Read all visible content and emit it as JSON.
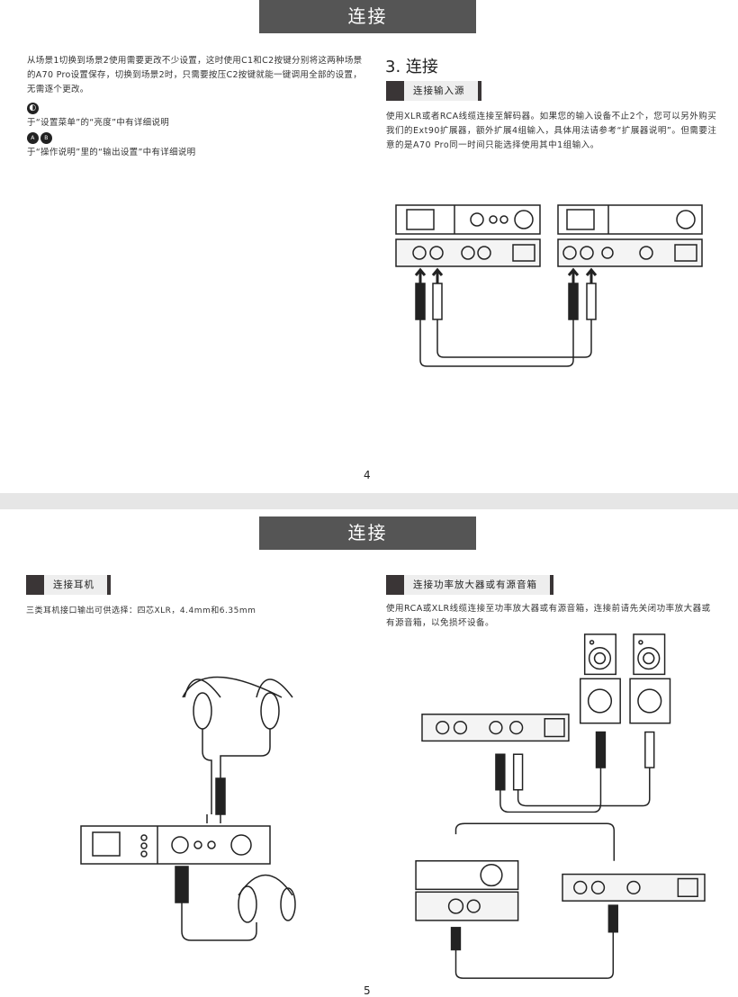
{
  "page4": {
    "banner": "连接",
    "intro": "从场景1切换到场景2使用需要更改不少设置，这时使用C1和C2按键分别将这两种场景的A70 Pro设置保存，切换到场景2时，只需要按压C2按键就能一键调用全部的设置，无需逐个更改。",
    "note1": {
      "icon": "brightness-icon",
      "text": "于“设置菜单”的“亮度”中有详细说明"
    },
    "note2": {
      "icons": [
        "A",
        "B"
      ],
      "text": "于“操作说明”里的“输出设置”中有详细说明"
    },
    "heading": "3. 连接",
    "section": "连接输入源",
    "body": "使用XLR或者RCA线缆连接至解码器。如果您的输入设备不止2个，您可以另外购买我们的Ext90扩展器，额外扩展4组输入，具体用法请参考“扩展器说明”。但需要注意的是A70 Pro同一时间只能选择使用其中1组输入。",
    "page_number": "4"
  },
  "page5": {
    "banner": "连接",
    "headphones_section": "连接耳机",
    "headphones_text": "三类耳机接口输出可供选择：四芯XLR，4.4mm和6.35mm",
    "amp_section": "连接功率放大器或有源音箱",
    "amp_text": "使用RCA或XLR线缆连接至功率放大器或有源音箱，连接前请先关闭功率放大器或有源音箱，以免损坏设备。",
    "page_number": "5"
  }
}
